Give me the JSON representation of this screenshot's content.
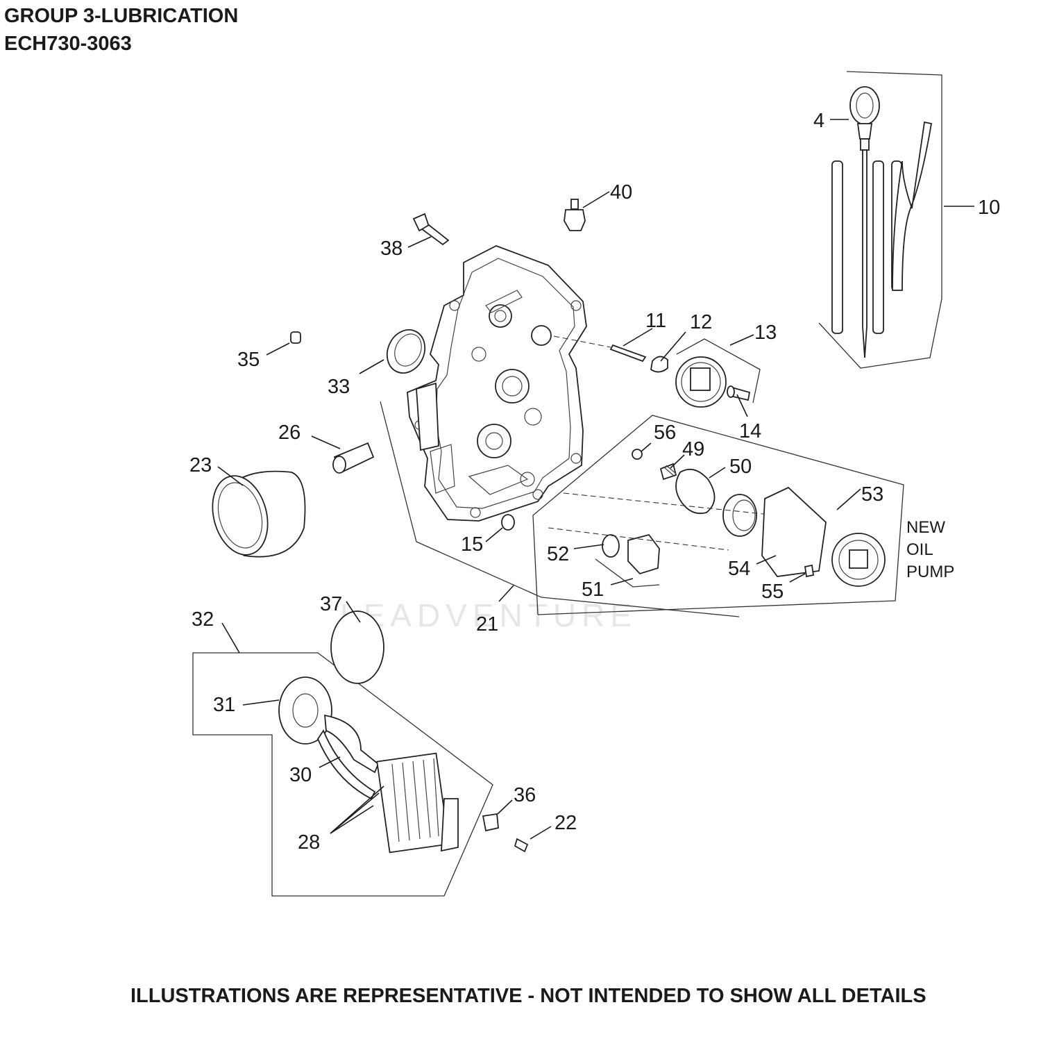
{
  "header": {
    "group_title": "GROUP 3-LUBRICATION",
    "model": "ECH730-3063"
  },
  "footer": {
    "disclaimer": "ILLUSTRATIONS ARE REPRESENTATIVE - NOT INTENDED TO SHOW ALL DETAILS"
  },
  "watermark": "LEADVENTURE",
  "note": {
    "line1": "NEW",
    "line2": "OIL",
    "line3": "PUMP"
  },
  "callouts": {
    "c4": "4",
    "c10": "10",
    "c11": "11",
    "c12": "12",
    "c13": "13",
    "c14": "14",
    "c15": "15",
    "c21": "21",
    "c22": "22",
    "c23": "23",
    "c26": "26",
    "c28": "28",
    "c30": "30",
    "c31": "31",
    "c32": "32",
    "c33": "33",
    "c35": "35",
    "c36": "36",
    "c37": "37",
    "c38": "38",
    "c40": "40",
    "c49": "49",
    "c50": "50",
    "c51": "51",
    "c52": "52",
    "c53": "53",
    "c54": "54",
    "c55": "55",
    "c56": "56"
  }
}
